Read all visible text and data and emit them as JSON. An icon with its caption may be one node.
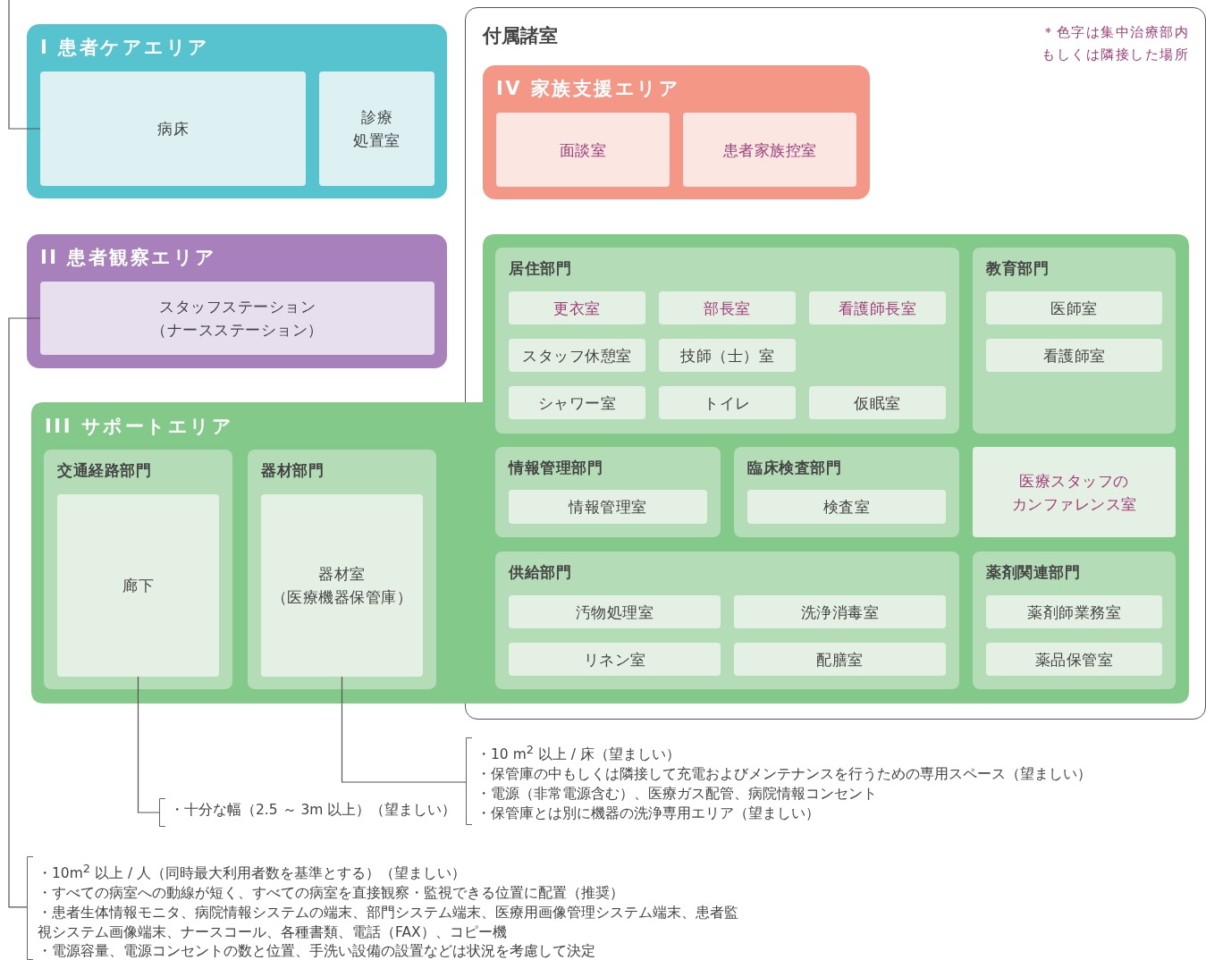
{
  "diagram": {
    "nodes": [
      {
        "text": [
          "I 患者ケアエリア"
        ]
      },
      {
        "text": [
          "病床"
        ],
        "in": 0
      },
      {
        "text": [
          "診療処置室"
        ],
        "in": 0
      },
      {
        "text": [
          "II 患者観察エリア"
        ]
      },
      {
        "text": [
          "スタッフステーション（ナースステーション）"
        ],
        "in": 3
      },
      {
        "text": [
          "付属諸室"
        ]
      },
      {
        "text": [
          "IV 家族支援エリア"
        ],
        "in": 5
      },
      {
        "text": [
          "面談室"
        ],
        "in": 6
      },
      {
        "text": [
          "患者家族控室"
        ],
        "in": 6
      },
      {
        "text": [
          "III サポートエリア"
        ]
      },
      {
        "text": [
          "交通経路部門"
        ],
        "in": 9
      },
      {
        "text": [
          "廊下"
        ],
        "in": 10
      },
      {
        "text": [
          "器材部門"
        ],
        "in": 9
      },
      {
        "text": [
          "器材室（医療機器保管庫）"
        ],
        "in": 12
      },
      {
        "text": [
          "居住部門"
        ]
      },
      {
        "text": [
          "更衣室"
        ],
        "in": 14
      },
      {
        "text": [
          "部長室"
        ],
        "in": 14
      },
      {
        "text": [
          "看護師長室"
        ],
        "in": 14
      },
      {
        "text": [
          "スタッフ休憩室"
        ],
        "in": 14
      },
      {
        "text": [
          "技師（士）室"
        ],
        "in": 14
      },
      {
        "text": [
          "シャワー室"
        ],
        "in": 14
      },
      {
        "text": [
          "トイレ"
        ],
        "in": 14
      },
      {
        "text": [
          "仮眠室"
        ],
        "in": 14
      },
      {
        "text": [
          "教育部門"
        ]
      },
      {
        "text": [
          "医師室"
        ],
        "in": 23
      },
      {
        "text": [
          "看護師室"
        ],
        "in": 23
      },
      {
        "text": [
          "情報管理部門"
        ]
      },
      {
        "text": [
          "情報管理室"
        ],
        "in": 26
      },
      {
        "text": [
          "臨床検査部門"
        ]
      },
      {
        "text": [
          "検査室"
        ],
        "in": 28
      },
      {
        "text": [
          "医療スタッフのカンファレンス室"
        ]
      },
      {
        "text": [
          "供給部門"
        ]
      },
      {
        "text": [
          "汚物処理室"
        ],
        "in": 31
      },
      {
        "text": [
          "洗浄消毒室"
        ],
        "in": 31
      },
      {
        "text": [
          "リネン室"
        ],
        "in": 31
      },
      {
        "text": [
          "配膳室"
        ],
        "in": 31
      },
      {
        "text": [
          "薬剤関連部門"
        ]
      },
      {
        "text": [
          "薬剤師業務室"
        ],
        "in": 36
      },
      {
        "text": [
          "薬品保管室"
        ],
        "in": 36
      },
      {
        "text": [
          "・十分な幅（2.5 ～ 3m 以上）（望ましい）"
        ]
      },
      {
        "text": [
          "・10 m$^{2}$ 以上 / 床（望ましい）",
          "・保管庫の中もしくは隣接して充電およびメンテナンスを行うための専用スペース（望ましい）",
          "・電源（非常電源含む）、医療ガス配管、病院情報コンセント",
          "・保管庫とは別に機器の洗浄専用エリア（望ましい）"
        ]
      },
      {
        "text": [
          "・10m$^{2}$ 以上 / 人（同時最大利用者数を基準とする）（望ましい）",
          "・すべての病室への動線が短く、すべての病室を直接観察・監視できる位置に配置（推奨）",
          "・患者生体情報モニタ、病院情報システムの端末、部門システム端末、医療用画像管理システム端末、患者監視システム画像端末、ナースコール、各種書類、電話（FAX）、コピー機",
          "・電源容量、電源コンセントの数と位置、手洗い設備の設置などは状況を考慮して決定"
        ]
      }
    ],
    "edges": [
      {
        "from": 1,
        "to": null,
        "arrow": "none"
      },
      {
        "from": 41,
        "to": 4,
        "arrow": "none"
      },
      {
        "from": 39,
        "to": 11,
        "arrow": "none"
      },
      {
        "from": 40,
        "to": 13,
        "arrow": "none"
      }
    ],
    "labels": [
      "＊色字は集中治療部内もしくは隣接した場所"
    ]
  }
}
